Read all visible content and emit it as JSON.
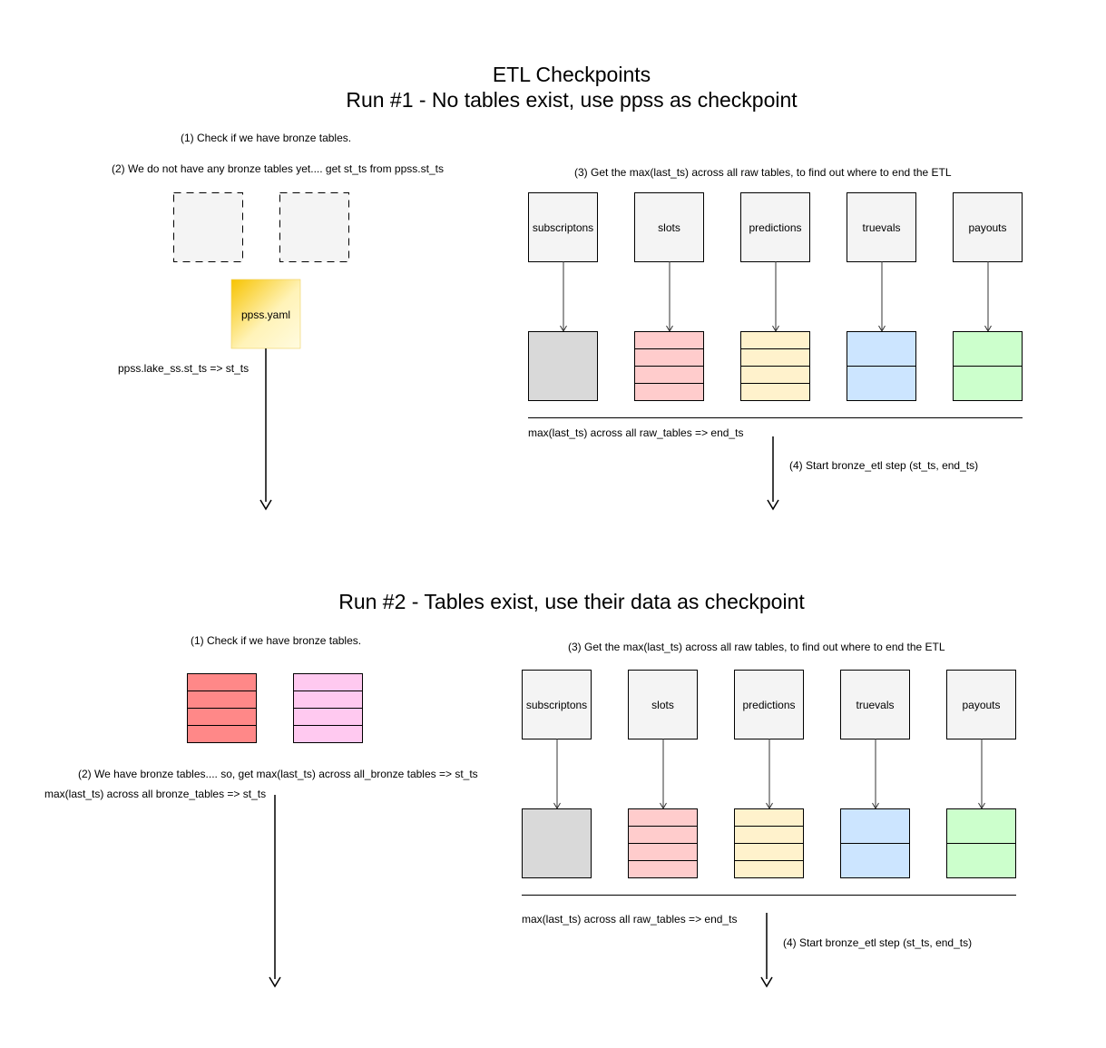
{
  "title": {
    "line1": "ETL Checkpoints",
    "line2": "Run #1 - No tables exist, use ppss as checkpoint"
  },
  "run1": {
    "step1": "(1) Check if we have bronze tables.",
    "step2": "(2) We do not have any bronze tables yet.... get st_ts from ppss.st_ts",
    "ppss_label": "ppss.yaml",
    "st_ts_text": "ppss.lake_ss.st_ts => st_ts",
    "step3": "(3) Get the max(last_ts) across all raw tables, to find out where to end the ETL",
    "raw_tables": [
      "subscriptons",
      "slots",
      "predictions",
      "truevals",
      "payouts"
    ],
    "end_ts_text": "max(last_ts) across all raw_tables => end_ts",
    "step4": "(4) Start bronze_etl step (st_ts, end_ts)"
  },
  "run2": {
    "title": "Run #2 - Tables exist, use  their data as checkpoint",
    "step1": "(1) Check if we have bronze tables.",
    "step2": "(2) We have bronze tables.... so, get max(last_ts) across all_bronze tables => st_ts",
    "st_ts_text": "max(last_ts) across all bronze_tables => st_ts",
    "step3": "(3) Get the max(last_ts) across all raw tables, to find out where to end the ETL",
    "raw_tables": [
      "subscriptons",
      "slots",
      "predictions",
      "truevals",
      "payouts"
    ],
    "end_ts_text": "max(last_ts) across all raw_tables => end_ts",
    "step4": "(4) Start bronze_etl step (st_ts, end_ts)"
  },
  "colors": {
    "source_box_fill": "#f4f4f4",
    "gray_table": "#d9d9d9",
    "pink_table": "#ffcccc",
    "yellow_table": "#fff2cc",
    "blue_table": "#cce5ff",
    "green_table": "#ccffcc",
    "bronze_red": "#ff8888",
    "bronze_pink": "#ffc9f0",
    "ppss_gradient_start": "#f7c300",
    "ppss_gradient_end": "#fff9d6"
  }
}
